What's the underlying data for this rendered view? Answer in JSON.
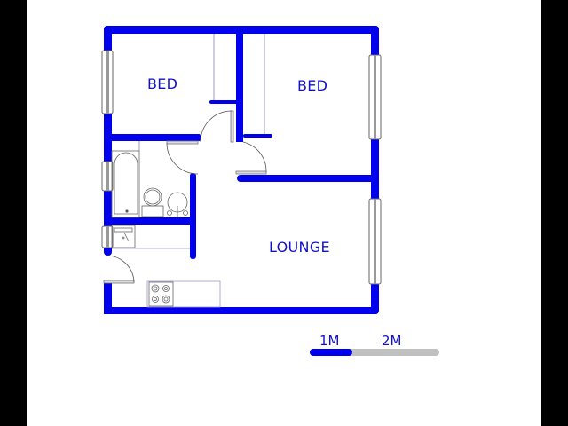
{
  "plan": {
    "rooms": [
      {
        "id": "bed-1",
        "label": "BED"
      },
      {
        "id": "bed-2",
        "label": "BED"
      },
      {
        "id": "lounge",
        "label": "LOUNGE"
      }
    ],
    "fixtures": [
      "bathtub",
      "toilet",
      "basin",
      "kitchen-sink",
      "stove",
      "kitchen-counter"
    ],
    "colors": {
      "wall": "#0000ee",
      "label": "#1111cc",
      "scale_filled": "#0000ee",
      "scale_empty": "#c0c0c0",
      "background": "#ffffff",
      "margin": "#000000"
    }
  },
  "scale_bar": {
    "label_1": "1M",
    "label_2": "2M"
  }
}
